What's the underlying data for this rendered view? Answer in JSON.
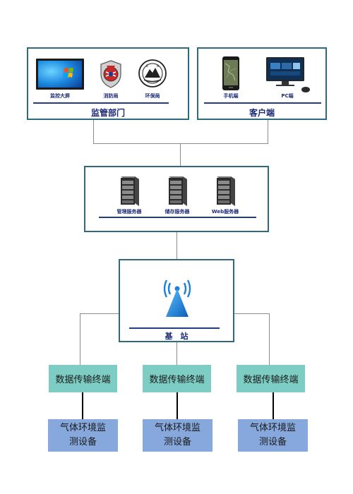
{
  "supervision": {
    "title": "监管部门",
    "items": [
      {
        "label": "监控大屏",
        "icon": "monitor-icon"
      },
      {
        "label": "消防局",
        "icon": "fire-department-emblem-icon"
      },
      {
        "label": "环保局",
        "icon": "environmental-bureau-emblem-icon"
      }
    ]
  },
  "client": {
    "title": "客户端",
    "items": [
      {
        "label": "手机端",
        "icon": "mobile-phone-icon"
      },
      {
        "label": "PC端",
        "icon": "pc-computer-icon"
      }
    ]
  },
  "servers": {
    "items": [
      {
        "label": "管理服务器",
        "icon": "server-rack-icon"
      },
      {
        "label": "储存服务器",
        "icon": "server-rack-icon"
      },
      {
        "label": "Web服务器",
        "icon": "server-rack-icon"
      }
    ]
  },
  "base_station": {
    "title": "基　站",
    "icon": "antenna-tower-icon"
  },
  "terminals": [
    {
      "label": "数据传输终端"
    },
    {
      "label": "数据传输终端"
    },
    {
      "label": "数据传输终端"
    }
  ],
  "devices": [
    {
      "line1": "气体环境监",
      "line2": "测设备"
    },
    {
      "line1": "气体环境监",
      "line2": "测设备"
    },
    {
      "line1": "气体环境监",
      "line2": "测设备"
    }
  ],
  "colors": {
    "box_border": "#2e6a7d",
    "title_text": "#1c2b77",
    "terminal_fill": "#7ecdc4",
    "device_fill": "#86a8dc",
    "antenna_blue": "#1e7fd6"
  }
}
